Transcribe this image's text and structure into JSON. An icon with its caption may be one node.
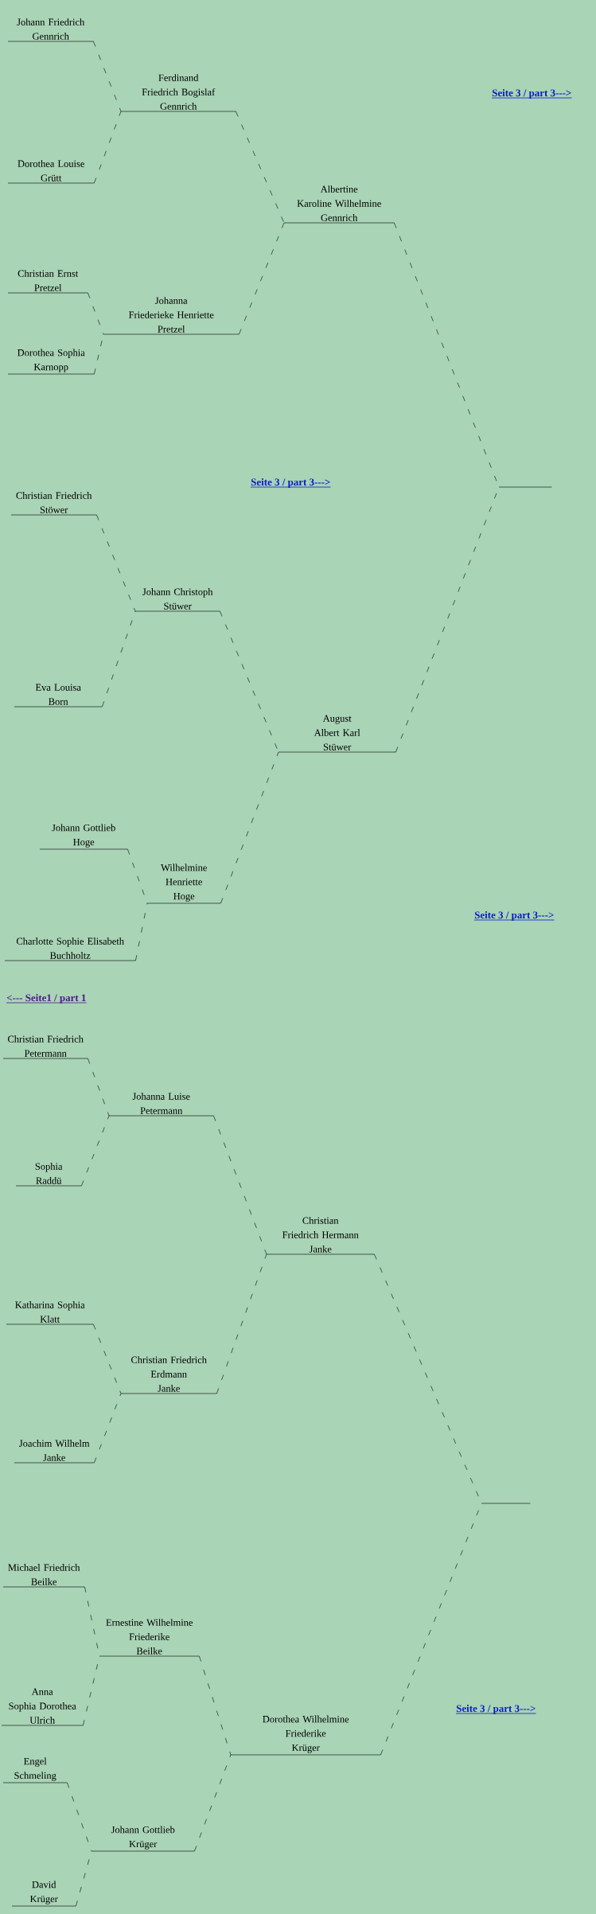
{
  "diagram": {
    "nodes": [
      {
        "text": [
          "Johann Friedrich",
          "Gennrich"
        ]
      },
      {
        "text": [
          "Ferdinand Friedrich Bogislaf",
          "Gennrich"
        ]
      },
      {
        "text": [
          "Dorothea Louise",
          "Grütt"
        ]
      },
      {
        "text": [
          "Albertine Karoline Wilhelmine",
          "Gennrich"
        ]
      },
      {
        "text": [
          "Christian Ernst",
          "Pretzel"
        ]
      },
      {
        "text": [
          "Johanna Friederieke Henriette",
          "Pretzel"
        ]
      },
      {
        "text": [
          "Dorothea Sophia",
          "Karnopp"
        ]
      },
      {
        "text": [],
        "shape": "line"
      },
      {
        "text": [
          "Christian Friedrich",
          "Stöwer"
        ]
      },
      {
        "text": [
          "Johann Christoph",
          "Stüwer"
        ]
      },
      {
        "text": [
          "Eva Louisa",
          "Born"
        ]
      },
      {
        "text": [
          "August Albert Karl",
          "Stüwer"
        ]
      },
      {
        "text": [
          "Johann Gottlieb",
          "Hoge"
        ]
      },
      {
        "text": [
          "Wilhelmine Henriette",
          "Hoge"
        ]
      },
      {
        "text": [
          "Charlotte Sophie Elisabeth",
          "Buchholtz"
        ]
      },
      {
        "text": [
          "Christian Friedrich",
          "Petermann"
        ]
      },
      {
        "text": [
          "Johanna Luise",
          "Petermann"
        ]
      },
      {
        "text": [
          "Sophia",
          "Raddü"
        ]
      },
      {
        "text": [
          "Christian Friedrich Hermann",
          "Janke"
        ]
      },
      {
        "text": [
          "Katharina Sophia",
          "Klatt"
        ]
      },
      {
        "text": [
          "Christian Friedrich Erdmann",
          "Janke"
        ]
      },
      {
        "text": [
          "Joachim Wilhelm",
          "Janke"
        ]
      },
      {
        "text": [],
        "shape": "line"
      },
      {
        "text": [
          "Michael Friedrich",
          "Beilke"
        ]
      },
      {
        "text": [
          "Ernestine Wilhelmine Friederike",
          "Beilke"
        ]
      },
      {
        "text": [
          "Anna Sophia Dorothea",
          "Ulrich"
        ]
      },
      {
        "text": [
          "Dorothea Wilhelmine Friederike",
          "Krüger"
        ]
      },
      {
        "text": [
          "Engel",
          "Schmeling"
        ]
      },
      {
        "text": [
          "Johann Gottlieb",
          "Krüger"
        ]
      },
      {
        "text": [
          "David",
          "Krüger"
        ]
      }
    ],
    "edges": [
      {
        "from": 0,
        "to": 1,
        "arrow": "none"
      },
      {
        "from": 2,
        "to": 1,
        "arrow": "none"
      },
      {
        "from": 1,
        "to": 3,
        "arrow": "none"
      },
      {
        "from": 4,
        "to": 5,
        "arrow": "none"
      },
      {
        "from": 6,
        "to": 5,
        "arrow": "none"
      },
      {
        "from": 5,
        "to": 3,
        "arrow": "none"
      },
      {
        "from": 3,
        "to": 7,
        "arrow": "none"
      },
      {
        "from": 8,
        "to": 9,
        "arrow": "none"
      },
      {
        "from": 10,
        "to": 9,
        "arrow": "none"
      },
      {
        "from": 9,
        "to": 11,
        "arrow": "none"
      },
      {
        "from": 12,
        "to": 13,
        "arrow": "none"
      },
      {
        "from": 14,
        "to": 13,
        "arrow": "none"
      },
      {
        "from": 13,
        "to": 11,
        "arrow": "none"
      },
      {
        "from": 11,
        "to": 7,
        "arrow": "none"
      },
      {
        "from": 15,
        "to": 16,
        "arrow": "none"
      },
      {
        "from": 17,
        "to": 16,
        "arrow": "none"
      },
      {
        "from": 16,
        "to": 18,
        "arrow": "none"
      },
      {
        "from": 19,
        "to": 20,
        "arrow": "none"
      },
      {
        "from": 21,
        "to": 20,
        "arrow": "none"
      },
      {
        "from": 20,
        "to": 18,
        "arrow": "none"
      },
      {
        "from": 18,
        "to": 22,
        "arrow": "none"
      },
      {
        "from": 23,
        "to": 24,
        "arrow": "none"
      },
      {
        "from": 25,
        "to": 24,
        "arrow": "none"
      },
      {
        "from": 24,
        "to": 26,
        "arrow": "none"
      },
      {
        "from": 27,
        "to": 28,
        "arrow": "none"
      },
      {
        "from": 29,
        "to": 28,
        "arrow": "none"
      },
      {
        "from": 28,
        "to": 26,
        "arrow": "none"
      },
      {
        "from": 26,
        "to": 22,
        "arrow": "none"
      }
    ],
    "labels": [
      "Seite 3 / part 3--->",
      "Seite 3 / part 3--->",
      "Seite 3 / part 3--->",
      "<--- Seite1 / part 1",
      "Seite 3 / part 3--->"
    ]
  }
}
